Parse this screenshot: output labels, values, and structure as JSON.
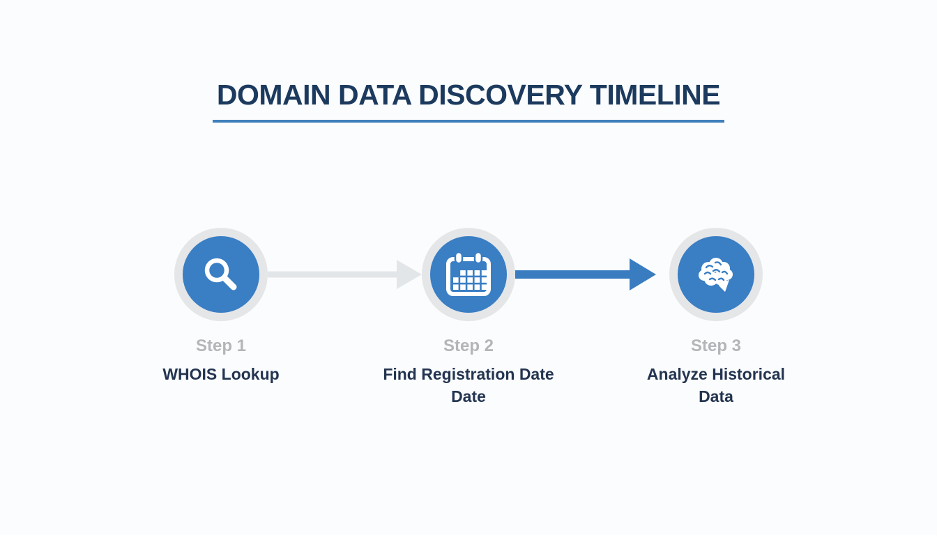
{
  "header": {
    "title": "DOMAIN DATA DISCOVERY TIMELINE"
  },
  "timeline": {
    "steps": [
      {
        "step_label": "Step 1",
        "title": "WHOIS Lookup",
        "icon": "search-icon"
      },
      {
        "step_label": "Step 2",
        "title": "Find Registration Date\nDate",
        "icon": "calendar-icon"
      },
      {
        "step_label": "Step 3",
        "title": "Analyze Historical\nData",
        "icon": "brain-icon"
      }
    ],
    "connectors": [
      {
        "from": "Step 1",
        "to": "Step 2",
        "color": "#e3e6e9",
        "style": "gray-arrow"
      },
      {
        "from": "Step 2",
        "to": "Step 3",
        "color": "#3a7cc0",
        "style": "blue-arrow"
      }
    ]
  },
  "colors": {
    "title_navy": "#1c3a5e",
    "label_navy": "#233450",
    "step_gray": "#b3b5b8",
    "circle_blue": "#3a7ec4",
    "ring_gray": "#e5e6e8",
    "arrow_gray": "#e3e6e9",
    "arrow_blue": "#3a7cc0",
    "underline_blue": "#4080bb",
    "background": "#fbfcfd"
  }
}
